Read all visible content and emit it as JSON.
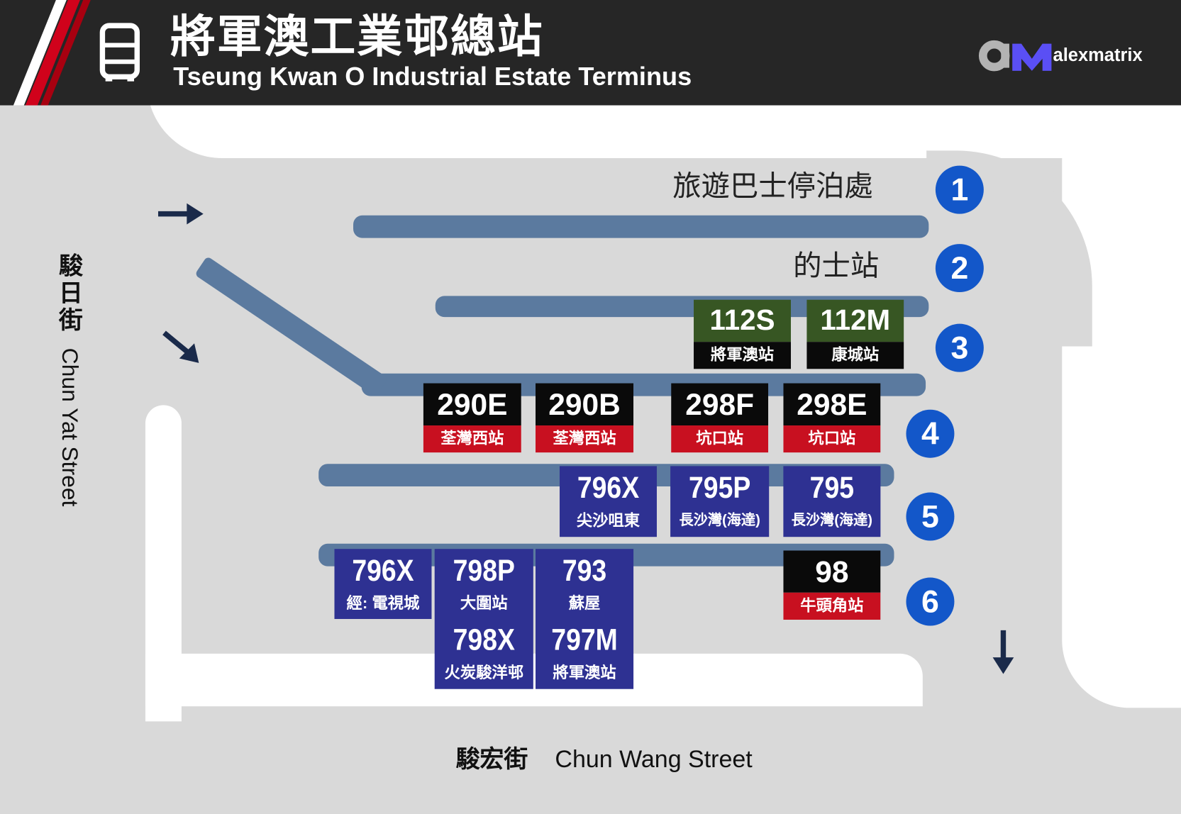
{
  "header": {
    "title_zh": "將軍澳工業邨總站",
    "title_en": "Tseung Kwan O Industrial Estate Terminus",
    "brand": "alexmatrix",
    "bus_icon": "bus-icon",
    "colors": {
      "background": "#262626",
      "accent": "#d0021b",
      "brand_a": "#b3b3b3",
      "brand_m": "#5a4ff5"
    }
  },
  "bays": [
    {
      "number": "1",
      "label": "旅遊巴士停泊處"
    },
    {
      "number": "2",
      "label": "的士站"
    },
    {
      "number": "3",
      "label": ""
    },
    {
      "number": "4",
      "label": ""
    },
    {
      "number": "5",
      "label": ""
    },
    {
      "number": "6",
      "label": ""
    }
  ],
  "routes": {
    "bay3": [
      {
        "number": "112S",
        "destination": "將軍澳站",
        "color": "#375623"
      },
      {
        "number": "112M",
        "destination": "康城站",
        "color": "#375623"
      }
    ],
    "bay4": [
      {
        "number": "290E",
        "destination": "荃灣西站",
        "color": "#0a0a0a"
      },
      {
        "number": "290B",
        "destination": "荃灣西站",
        "color": "#0a0a0a"
      },
      {
        "number": "298F",
        "destination": "坑口站",
        "color": "#0a0a0a"
      },
      {
        "number": "298E",
        "destination": "坑口站",
        "color": "#0a0a0a"
      }
    ],
    "bay5": [
      {
        "number": "796X",
        "destination": "尖沙咀東",
        "color": "#2e3192"
      },
      {
        "number": "795P",
        "destination": "長沙灣(海達)",
        "color": "#2e3192"
      },
      {
        "number": "795",
        "destination": "長沙灣(海達)",
        "color": "#2e3192"
      }
    ],
    "bay6": [
      {
        "number": "796X",
        "destination": "經: 電視城",
        "color": "#2e3192"
      },
      {
        "number": "798P",
        "destination": "大圍站",
        "number2": "798X",
        "destination2": "火炭駿洋邨",
        "color": "#2e3192"
      },
      {
        "number": "793",
        "destination": "蘇屋",
        "number2": "797M",
        "destination2": "將軍澳站",
        "color": "#2e3192"
      },
      {
        "number": "98",
        "destination": "牛頭角站",
        "color": "#0a0a0a"
      }
    ]
  },
  "streets": {
    "chun_yat_zh": "駿日街",
    "chun_yat_en": "Chun Yat Street",
    "chun_wang_zh": "駿宏街",
    "chun_wang_en": "Chun Wang Street"
  },
  "icons": [
    "arrow-right-icon",
    "arrow-down-right-icon",
    "arrow-down-icon"
  ]
}
